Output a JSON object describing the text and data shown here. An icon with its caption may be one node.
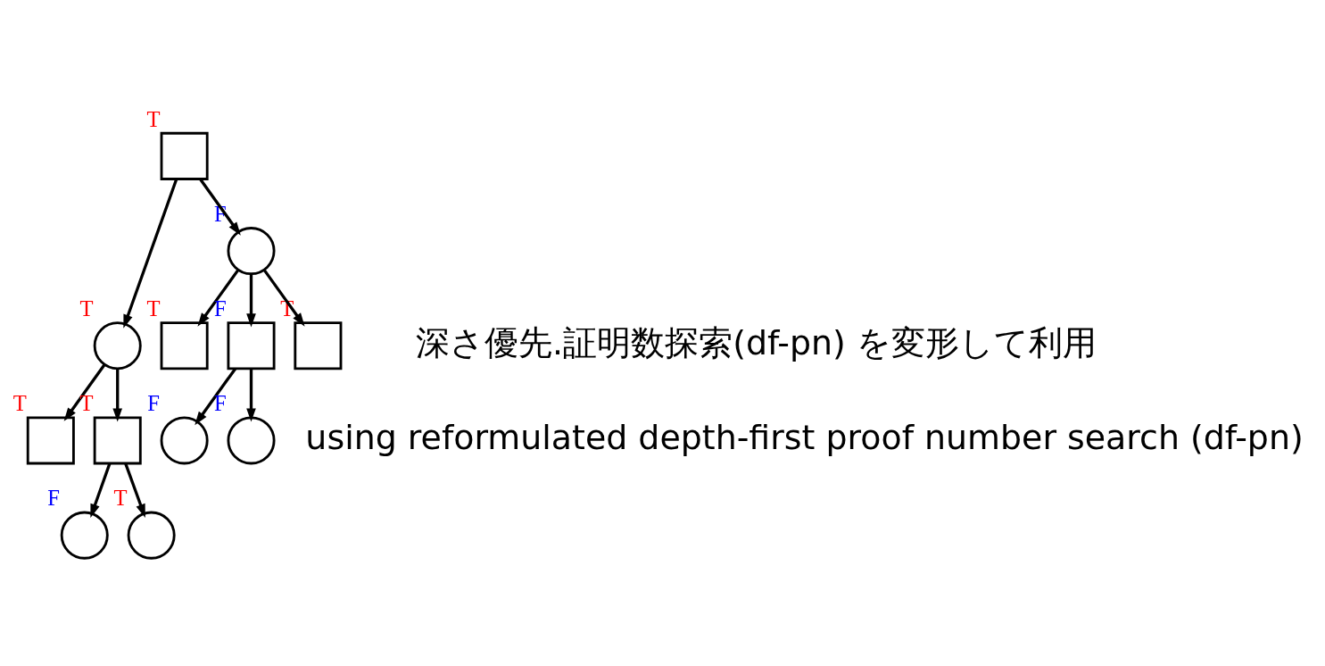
{
  "diagram": {
    "nodes": [
      {
        "text": [],
        "shape": "box",
        "beside": [
          "T"
        ]
      },
      {
        "text": [],
        "shape": "circle",
        "beside": [
          "T"
        ]
      },
      {
        "text": [],
        "shape": "circle",
        "beside": [
          "F"
        ]
      },
      {
        "text": [],
        "shape": "box",
        "beside": [
          "T"
        ]
      },
      {
        "text": [],
        "shape": "box",
        "beside": [
          "T"
        ]
      },
      {
        "text": [],
        "shape": "box",
        "beside": [
          "T"
        ]
      },
      {
        "text": [],
        "shape": "box",
        "beside": [
          "F"
        ]
      },
      {
        "text": [],
        "shape": "box",
        "beside": [
          "T"
        ]
      },
      {
        "text": [],
        "shape": "circle",
        "beside": [
          "F"
        ]
      },
      {
        "text": [],
        "shape": "circle",
        "beside": [
          "T"
        ]
      },
      {
        "text": [],
        "shape": "circle",
        "beside": [
          "F"
        ]
      },
      {
        "text": [],
        "shape": "circle",
        "beside": [
          "F"
        ]
      }
    ],
    "edges": [
      {
        "from": 0,
        "to": 1,
        "arrow": "to"
      },
      {
        "from": 0,
        "to": 2,
        "arrow": "to"
      },
      {
        "from": 1,
        "to": 3,
        "arrow": "to"
      },
      {
        "from": 1,
        "to": 4,
        "arrow": "to"
      },
      {
        "from": 2,
        "to": 5,
        "arrow": "to"
      },
      {
        "from": 2,
        "to": 6,
        "arrow": "to"
      },
      {
        "from": 2,
        "to": 7,
        "arrow": "to"
      },
      {
        "from": 4,
        "to": 8,
        "arrow": "to"
      },
      {
        "from": 4,
        "to": 9,
        "arrow": "to"
      },
      {
        "from": 6,
        "to": 10,
        "arrow": "to"
      },
      {
        "from": 6,
        "to": 11,
        "arrow": "to"
      }
    ],
    "labels": [
      "深さ優先.証明数探索(df-pn) を変形して利用",
      "using reformulated depth-first proof number search (df-pn)"
    ]
  }
}
